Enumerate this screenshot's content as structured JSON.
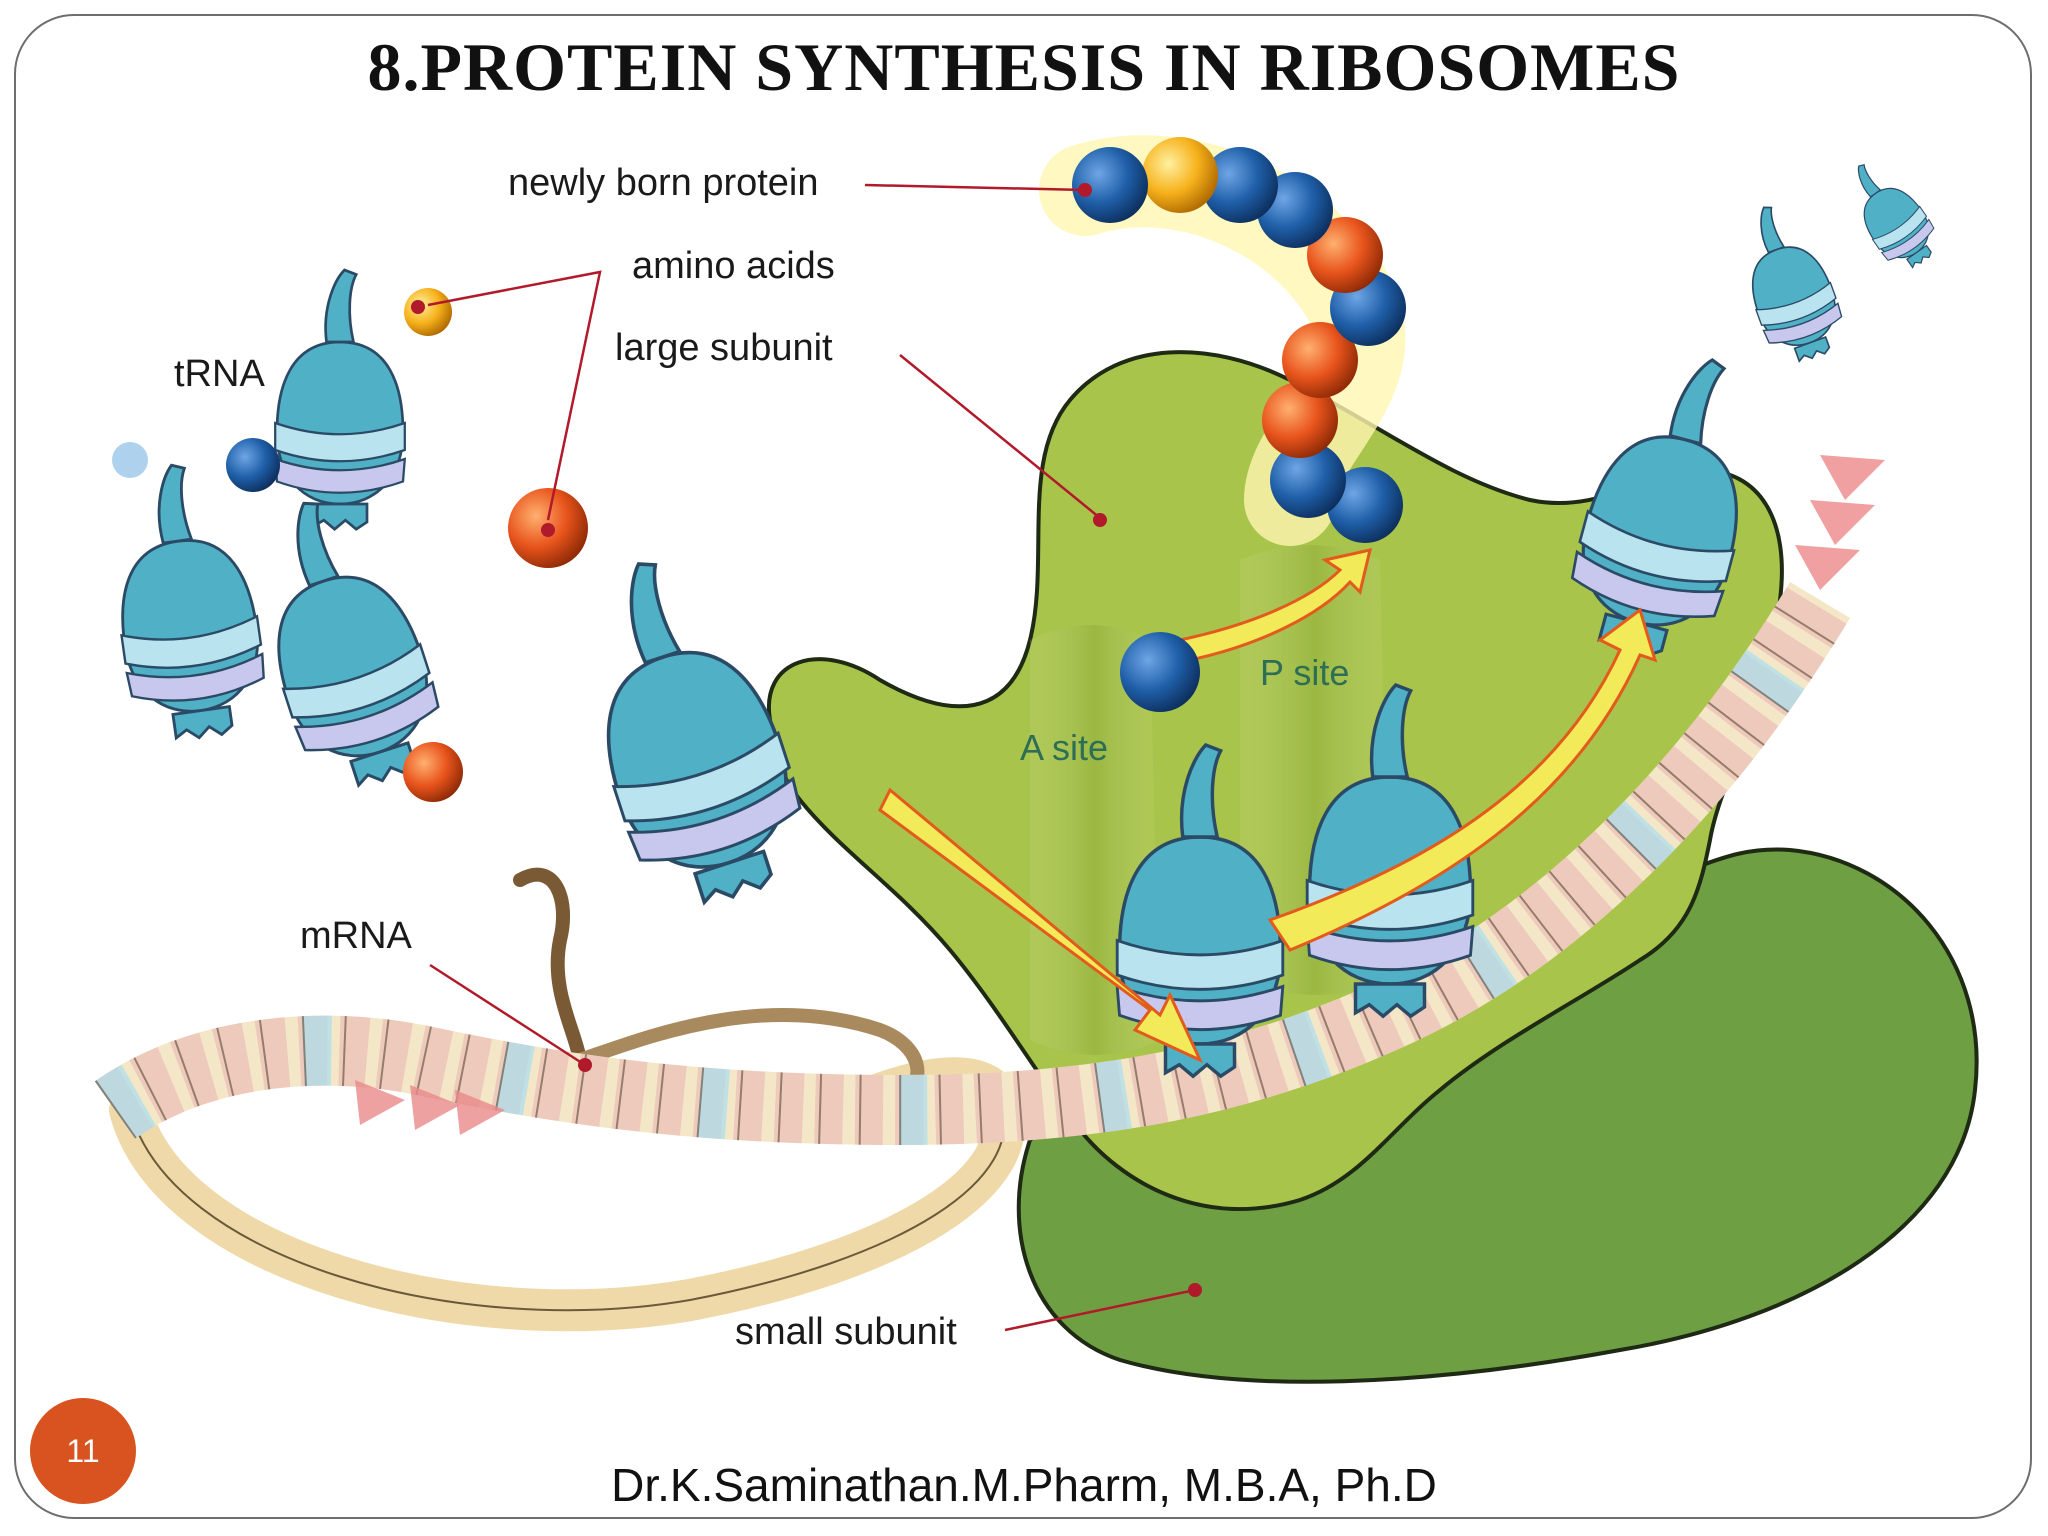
{
  "slide": {
    "title": "8.PROTEIN SYNTHESIS IN RIBOSOMES",
    "page_number": "11",
    "author": "Dr.K.Saminathan.M.Pharm, M.B.A, Ph.D"
  },
  "diagram": {
    "labels": {
      "newly_born_protein": "newly born protein",
      "amino_acids": "amino acids",
      "large_subunit": "large subunit",
      "trna": "tRNA",
      "mrna": "mRNA",
      "small_subunit": "small subunit",
      "a_site": "A site",
      "p_site": "P site"
    },
    "colors": {
      "large_subunit": "#a9c44a",
      "small_subunit": "#6f9f43",
      "trna": "#4fb0c6",
      "amino_blue": "#1f5fa8",
      "amino_orange": "#e8541c",
      "amino_yellow": "#f6b21c",
      "mrna": "#f2dfb4",
      "leader_line": "#b01a2a"
    }
  }
}
